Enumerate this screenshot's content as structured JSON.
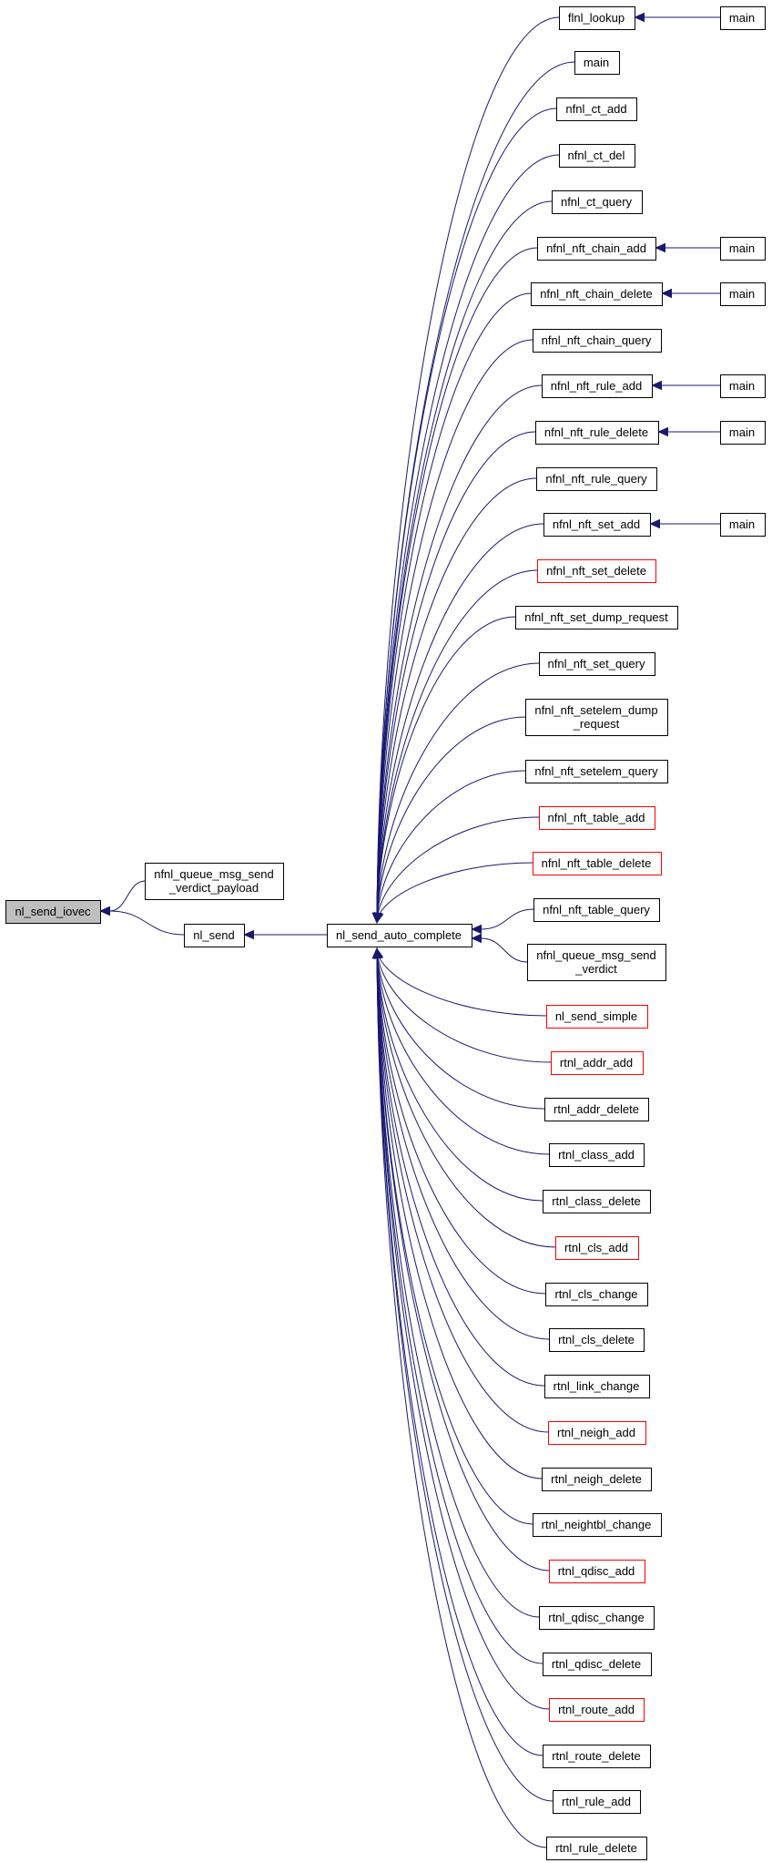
{
  "graph": {
    "nodes": [
      {
        "id": "nl_send_iovec",
        "lines": [
          "nl_send_iovec"
        ],
        "style": "root"
      },
      {
        "id": "nfnl_queue_msg_send_verdict_payload",
        "lines": [
          "nfnl_queue_msg_send",
          "_verdict_payload"
        ],
        "style": "normal"
      },
      {
        "id": "nl_send",
        "lines": [
          "nl_send"
        ],
        "style": "normal"
      },
      {
        "id": "nl_send_auto_complete",
        "lines": [
          "nl_send_auto_complete"
        ],
        "style": "normal"
      },
      {
        "id": "flnl_lookup",
        "lines": [
          "flnl_lookup"
        ],
        "style": "normal"
      },
      {
        "id": "main_a",
        "lines": [
          "main"
        ],
        "style": "normal"
      },
      {
        "id": "main_b",
        "lines": [
          "main"
        ],
        "style": "normal"
      },
      {
        "id": "nfnl_ct_add",
        "lines": [
          "nfnl_ct_add"
        ],
        "style": "normal"
      },
      {
        "id": "nfnl_ct_del",
        "lines": [
          "nfnl_ct_del"
        ],
        "style": "normal"
      },
      {
        "id": "nfnl_ct_query",
        "lines": [
          "nfnl_ct_query"
        ],
        "style": "normal"
      },
      {
        "id": "nfnl_nft_chain_add",
        "lines": [
          "nfnl_nft_chain_add"
        ],
        "style": "normal"
      },
      {
        "id": "main_c",
        "lines": [
          "main"
        ],
        "style": "normal"
      },
      {
        "id": "nfnl_nft_chain_delete",
        "lines": [
          "nfnl_nft_chain_delete"
        ],
        "style": "normal"
      },
      {
        "id": "main_d",
        "lines": [
          "main"
        ],
        "style": "normal"
      },
      {
        "id": "nfnl_nft_chain_query",
        "lines": [
          "nfnl_nft_chain_query"
        ],
        "style": "normal"
      },
      {
        "id": "nfnl_nft_rule_add",
        "lines": [
          "nfnl_nft_rule_add"
        ],
        "style": "normal"
      },
      {
        "id": "main_e",
        "lines": [
          "main"
        ],
        "style": "normal"
      },
      {
        "id": "nfnl_nft_rule_delete",
        "lines": [
          "nfnl_nft_rule_delete"
        ],
        "style": "normal"
      },
      {
        "id": "main_f",
        "lines": [
          "main"
        ],
        "style": "normal"
      },
      {
        "id": "nfnl_nft_rule_query",
        "lines": [
          "nfnl_nft_rule_query"
        ],
        "style": "normal"
      },
      {
        "id": "nfnl_nft_set_add",
        "lines": [
          "nfnl_nft_set_add"
        ],
        "style": "normal"
      },
      {
        "id": "main_g",
        "lines": [
          "main"
        ],
        "style": "normal"
      },
      {
        "id": "nfnl_nft_set_delete",
        "lines": [
          "nfnl_nft_set_delete"
        ],
        "style": "red"
      },
      {
        "id": "nfnl_nft_set_dump_request",
        "lines": [
          "nfnl_nft_set_dump_request"
        ],
        "style": "normal"
      },
      {
        "id": "nfnl_nft_set_query",
        "lines": [
          "nfnl_nft_set_query"
        ],
        "style": "normal"
      },
      {
        "id": "nfnl_nft_setelem_dump_request",
        "lines": [
          "nfnl_nft_setelem_dump",
          "_request"
        ],
        "style": "normal"
      },
      {
        "id": "nfnl_nft_setelem_query",
        "lines": [
          "nfnl_nft_setelem_query"
        ],
        "style": "normal"
      },
      {
        "id": "nfnl_nft_table_add",
        "lines": [
          "nfnl_nft_table_add"
        ],
        "style": "red"
      },
      {
        "id": "nfnl_nft_table_delete",
        "lines": [
          "nfnl_nft_table_delete"
        ],
        "style": "red"
      },
      {
        "id": "nfnl_nft_table_query",
        "lines": [
          "nfnl_nft_table_query"
        ],
        "style": "normal"
      },
      {
        "id": "nfnl_queue_msg_send_verdict",
        "lines": [
          "nfnl_queue_msg_send",
          "_verdict"
        ],
        "style": "normal"
      },
      {
        "id": "nl_send_simple",
        "lines": [
          "nl_send_simple"
        ],
        "style": "red"
      },
      {
        "id": "rtnl_addr_add",
        "lines": [
          "rtnl_addr_add"
        ],
        "style": "red"
      },
      {
        "id": "rtnl_addr_delete",
        "lines": [
          "rtnl_addr_delete"
        ],
        "style": "normal"
      },
      {
        "id": "rtnl_class_add",
        "lines": [
          "rtnl_class_add"
        ],
        "style": "normal"
      },
      {
        "id": "rtnl_class_delete",
        "lines": [
          "rtnl_class_delete"
        ],
        "style": "normal"
      },
      {
        "id": "rtnl_cls_add",
        "lines": [
          "rtnl_cls_add"
        ],
        "style": "red"
      },
      {
        "id": "rtnl_cls_change",
        "lines": [
          "rtnl_cls_change"
        ],
        "style": "normal"
      },
      {
        "id": "rtnl_cls_delete",
        "lines": [
          "rtnl_cls_delete"
        ],
        "style": "normal"
      },
      {
        "id": "rtnl_link_change",
        "lines": [
          "rtnl_link_change"
        ],
        "style": "normal"
      },
      {
        "id": "rtnl_neigh_add",
        "lines": [
          "rtnl_neigh_add"
        ],
        "style": "red"
      },
      {
        "id": "rtnl_neigh_delete",
        "lines": [
          "rtnl_neigh_delete"
        ],
        "style": "normal"
      },
      {
        "id": "rtnl_neightbl_change",
        "lines": [
          "rtnl_neightbl_change"
        ],
        "style": "normal"
      },
      {
        "id": "rtnl_qdisc_add",
        "lines": [
          "rtnl_qdisc_add"
        ],
        "style": "red"
      },
      {
        "id": "rtnl_qdisc_change",
        "lines": [
          "rtnl_qdisc_change"
        ],
        "style": "normal"
      },
      {
        "id": "rtnl_qdisc_delete",
        "lines": [
          "rtnl_qdisc_delete"
        ],
        "style": "normal"
      },
      {
        "id": "rtnl_route_add",
        "lines": [
          "rtnl_route_add"
        ],
        "style": "red"
      },
      {
        "id": "rtnl_route_delete",
        "lines": [
          "rtnl_route_delete"
        ],
        "style": "normal"
      },
      {
        "id": "rtnl_rule_add",
        "lines": [
          "rtnl_rule_add"
        ],
        "style": "normal"
      },
      {
        "id": "rtnl_rule_delete",
        "lines": [
          "rtnl_rule_delete"
        ],
        "style": "normal"
      }
    ],
    "edges": [
      [
        "nfnl_queue_msg_send_verdict_payload",
        "nl_send_iovec"
      ],
      [
        "nl_send",
        "nl_send_iovec"
      ],
      [
        "nl_send_auto_complete",
        "nl_send"
      ],
      [
        "flnl_lookup",
        "nl_send_auto_complete"
      ],
      [
        "main_a",
        "flnl_lookup"
      ],
      [
        "main_b",
        "nl_send_auto_complete"
      ],
      [
        "nfnl_ct_add",
        "nl_send_auto_complete"
      ],
      [
        "nfnl_ct_del",
        "nl_send_auto_complete"
      ],
      [
        "nfnl_ct_query",
        "nl_send_auto_complete"
      ],
      [
        "nfnl_nft_chain_add",
        "nl_send_auto_complete"
      ],
      [
        "main_c",
        "nfnl_nft_chain_add"
      ],
      [
        "nfnl_nft_chain_delete",
        "nl_send_auto_complete"
      ],
      [
        "main_d",
        "nfnl_nft_chain_delete"
      ],
      [
        "nfnl_nft_chain_query",
        "nl_send_auto_complete"
      ],
      [
        "nfnl_nft_rule_add",
        "nl_send_auto_complete"
      ],
      [
        "main_e",
        "nfnl_nft_rule_add"
      ],
      [
        "nfnl_nft_rule_delete",
        "nl_send_auto_complete"
      ],
      [
        "main_f",
        "nfnl_nft_rule_delete"
      ],
      [
        "nfnl_nft_rule_query",
        "nl_send_auto_complete"
      ],
      [
        "nfnl_nft_set_add",
        "nl_send_auto_complete"
      ],
      [
        "main_g",
        "nfnl_nft_set_add"
      ],
      [
        "nfnl_nft_set_delete",
        "nl_send_auto_complete"
      ],
      [
        "nfnl_nft_set_dump_request",
        "nl_send_auto_complete"
      ],
      [
        "nfnl_nft_set_query",
        "nl_send_auto_complete"
      ],
      [
        "nfnl_nft_setelem_dump_request",
        "nl_send_auto_complete"
      ],
      [
        "nfnl_nft_setelem_query",
        "nl_send_auto_complete"
      ],
      [
        "nfnl_nft_table_add",
        "nl_send_auto_complete"
      ],
      [
        "nfnl_nft_table_delete",
        "nl_send_auto_complete"
      ],
      [
        "nfnl_nft_table_query",
        "nl_send_auto_complete"
      ],
      [
        "nfnl_queue_msg_send_verdict",
        "nl_send_auto_complete"
      ],
      [
        "nl_send_simple",
        "nl_send_auto_complete"
      ],
      [
        "rtnl_addr_add",
        "nl_send_auto_complete"
      ],
      [
        "rtnl_addr_delete",
        "nl_send_auto_complete"
      ],
      [
        "rtnl_class_add",
        "nl_send_auto_complete"
      ],
      [
        "rtnl_class_delete",
        "nl_send_auto_complete"
      ],
      [
        "rtnl_cls_add",
        "nl_send_auto_complete"
      ],
      [
        "rtnl_cls_change",
        "nl_send_auto_complete"
      ],
      [
        "rtnl_cls_delete",
        "nl_send_auto_complete"
      ],
      [
        "rtnl_link_change",
        "nl_send_auto_complete"
      ],
      [
        "rtnl_neigh_add",
        "nl_send_auto_complete"
      ],
      [
        "rtnl_neigh_delete",
        "nl_send_auto_complete"
      ],
      [
        "rtnl_neightbl_change",
        "nl_send_auto_complete"
      ],
      [
        "rtnl_qdisc_add",
        "nl_send_auto_complete"
      ],
      [
        "rtnl_qdisc_change",
        "nl_send_auto_complete"
      ],
      [
        "rtnl_qdisc_delete",
        "nl_send_auto_complete"
      ],
      [
        "rtnl_route_add",
        "nl_send_auto_complete"
      ],
      [
        "rtnl_route_delete",
        "nl_send_auto_complete"
      ],
      [
        "rtnl_rule_add",
        "nl_send_auto_complete"
      ],
      [
        "rtnl_rule_delete",
        "nl_send_auto_complete"
      ]
    ]
  },
  "colors": {
    "edge": "#191970",
    "normal_border": "#000000",
    "red_border": "#ff0000",
    "root_fill": "#bfbfbf"
  }
}
